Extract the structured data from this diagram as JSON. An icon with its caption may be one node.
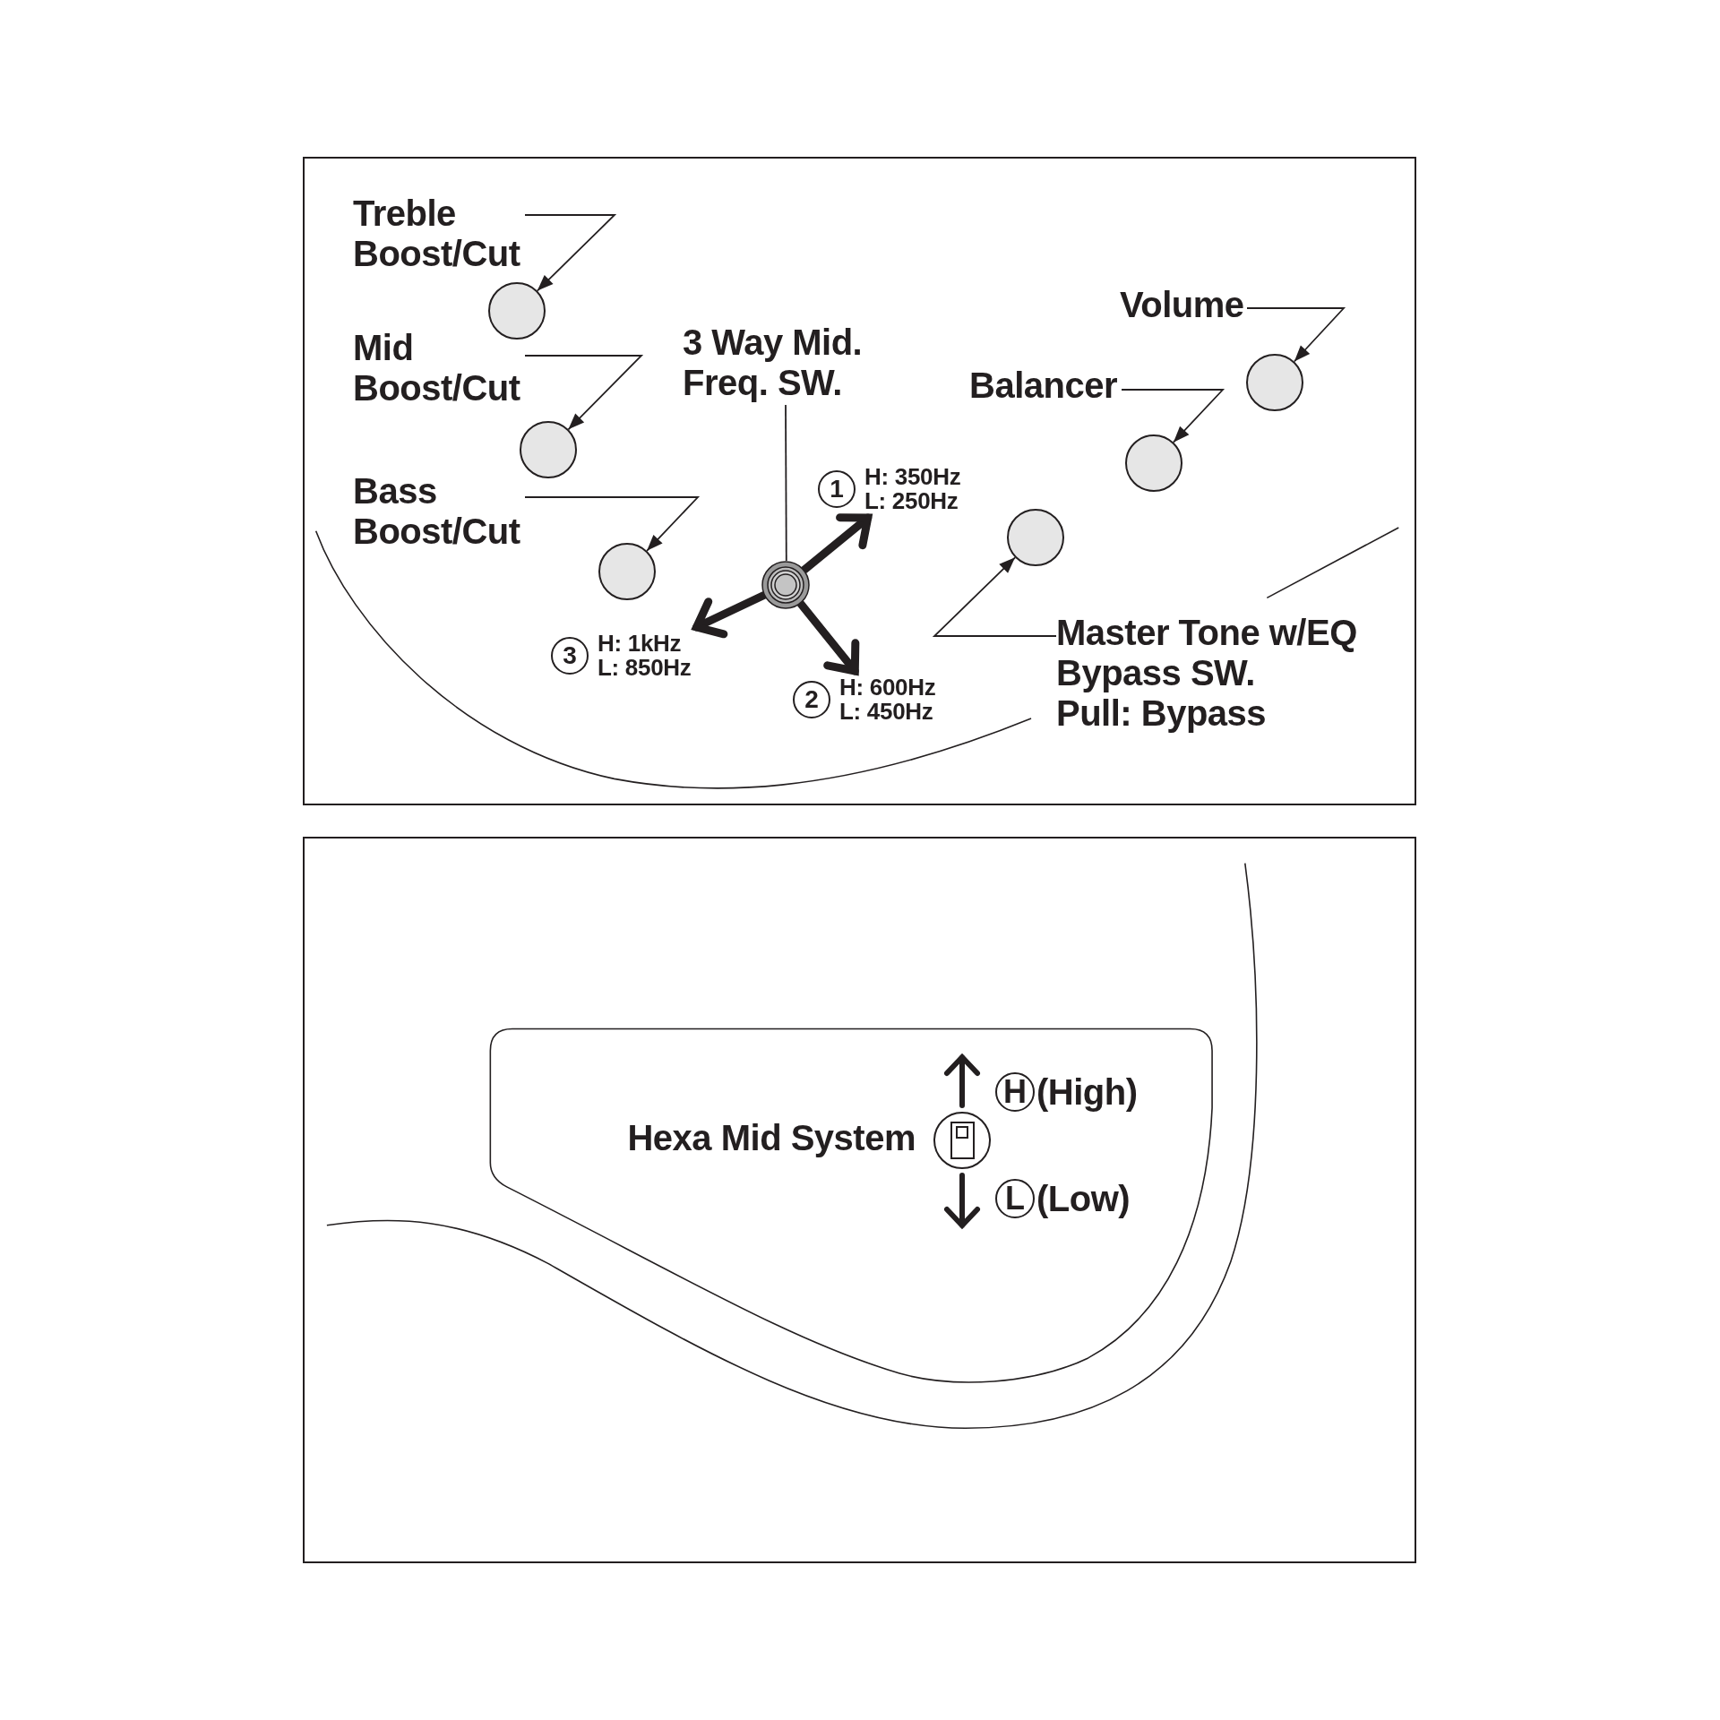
{
  "diagram": {
    "nodes": [
      {
        "text": [
          "Treble Boost/Cut"
        ]
      },
      {
        "text": [],
        "shape": "circle"
      },
      {
        "text": [
          "Mid Boost/Cut"
        ]
      },
      {
        "text": [],
        "shape": "circle"
      },
      {
        "text": [
          "Bass Boost/Cut"
        ]
      },
      {
        "text": [],
        "shape": "circle"
      },
      {
        "text": [
          "3 Way Mid. Freq. SW."
        ]
      },
      {
        "text": [],
        "shape": "circle"
      },
      {
        "text": [
          "1",
          "H: 350Hz L: 250Hz"
        ]
      },
      {
        "text": [
          "2",
          "H: 600Hz L: 450Hz"
        ]
      },
      {
        "text": [
          "3",
          "H: 1kHz L: 850Hz"
        ]
      },
      {
        "text": [
          "Volume"
        ]
      },
      {
        "text": [],
        "shape": "circle"
      },
      {
        "text": [
          "Balancer"
        ]
      },
      {
        "text": [],
        "shape": "circle"
      },
      {
        "text": [],
        "shape": "circle"
      },
      {
        "text": [
          "Master Tone w/EQ Bypass SW.",
          "Pull: Bypass"
        ]
      },
      {
        "text": [
          "H",
          "(High)"
        ]
      },
      {
        "text": [
          "L",
          "(Low)"
        ]
      }
    ],
    "edges": [
      {
        "from": 0,
        "to": 1,
        "arrow": "to"
      },
      {
        "from": 2,
        "to": 3,
        "arrow": "to"
      },
      {
        "from": 4,
        "to": 5,
        "arrow": "to"
      },
      {
        "from": 6,
        "to": 7,
        "arrow": "none"
      },
      {
        "from": 7,
        "to": 8,
        "arrow": "to",
        "style": "thick"
      },
      {
        "from": 7,
        "to": 9,
        "arrow": "to",
        "style": "thick"
      },
      {
        "from": 7,
        "to": 10,
        "arrow": "to",
        "style": "thick"
      },
      {
        "from": 11,
        "to": 12,
        "arrow": "to"
      },
      {
        "from": 13,
        "to": 14,
        "arrow": "to"
      },
      {
        "from": 16,
        "to": 15,
        "arrow": "to"
      }
    ],
    "labels": [
      "Hexa Mid System"
    ]
  }
}
